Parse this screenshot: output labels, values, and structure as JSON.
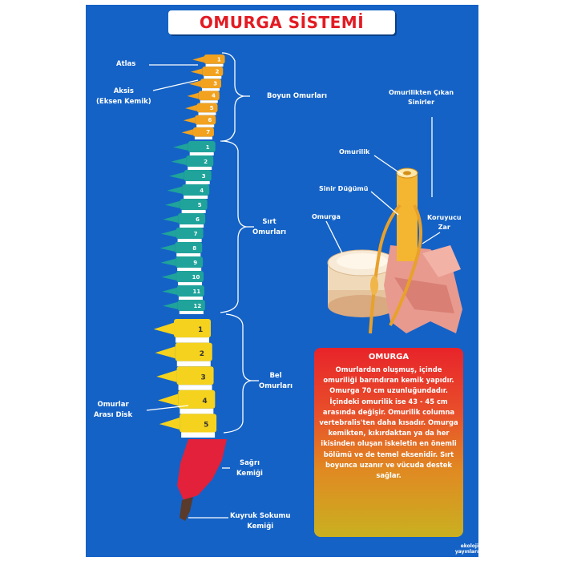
{
  "title": "OMURGA SİSTEMİ",
  "labels": {
    "atlas": "Atlas",
    "aksis": "Aksis",
    "aksis_sub": "(Eksen Kemik)",
    "boyun": "Boyun Omurları",
    "sirt_1": "Sırt",
    "sirt_2": "Omurları",
    "bel_1": "Bel",
    "bel_2": "Omurları",
    "disk_1": "Omurlar",
    "disk_2": "Arası Disk",
    "sagri_1": "Sağrı",
    "sagri_2": "Kemiği",
    "kuyruk_1": "Kuyruk Sokumu",
    "kuyruk_2": "Kemiği"
  },
  "inset_labels": {
    "nerves_1": "Omurilikten Çıkan",
    "nerves_2": "Sinirler",
    "spinal_cord": "Omurilik",
    "ganglion": "Sinir Düğümü",
    "vertebra": "Omurga",
    "membrane_1": "Koruyucu",
    "membrane_2": "Zar"
  },
  "vertebra_numbers": {
    "cervical": [
      "1",
      "2",
      "3",
      "4",
      "5",
      "6",
      "7"
    ],
    "thoracic": [
      "1",
      "2",
      "3",
      "4",
      "5",
      "6",
      "7",
      "8",
      "9",
      "10",
      "11",
      "12"
    ],
    "lumbar": [
      "1",
      "2",
      "3",
      "4",
      "5"
    ]
  },
  "info": {
    "title": "OMURGA",
    "text": "Omurlardan oluşmuş, içinde omuriliği barındıran kemik yapıdır. Omurga 70 cm uzunluğundadır. İçindeki omurilik ise 43 - 45 cm arasında değişir. Omurilik columna vertebralis'ten daha kısadır. Omurga kemikten, kıkırdaktan ya da her ikisinden oluşan iskeletin en önemli bölümü ve de temel eksenidir. Sırt boyunca uzanır ve vücuda destek sağlar."
  },
  "publisher": "ekoloji yayınları",
  "colors": {
    "background": "#1462c6",
    "title_text": "#e31b23",
    "cervical": "#f2a21f",
    "thoracic": "#1fa39a",
    "lumbar": "#f5d21d",
    "sacrum": "#e3213a",
    "disk": "#ffffff",
    "info_top": "#e8242a",
    "info_bottom": "#c9b020"
  }
}
